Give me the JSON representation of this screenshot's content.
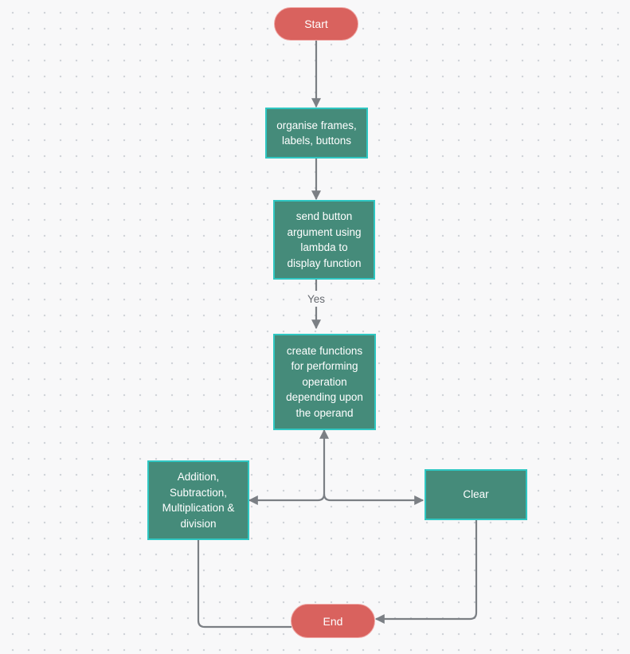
{
  "nodes": {
    "start": "Start",
    "organise": "organise frames,\nlabels, buttons",
    "send": "send button\nargument using\nlambda to\ndisplay function",
    "create": "create functions\nfor performing\noperation\ndepending upon\nthe operand",
    "arith": "Addition,\nSubtraction,\nMultiplication &\ndivision",
    "clear": "Clear",
    "end": "End"
  },
  "edges": {
    "yes_label": "Yes"
  },
  "colors": {
    "terminal_fill": "#d9625e",
    "process_fill": "#458b7a",
    "process_border": "#2fc7c2",
    "connector": "#7b7f84"
  }
}
